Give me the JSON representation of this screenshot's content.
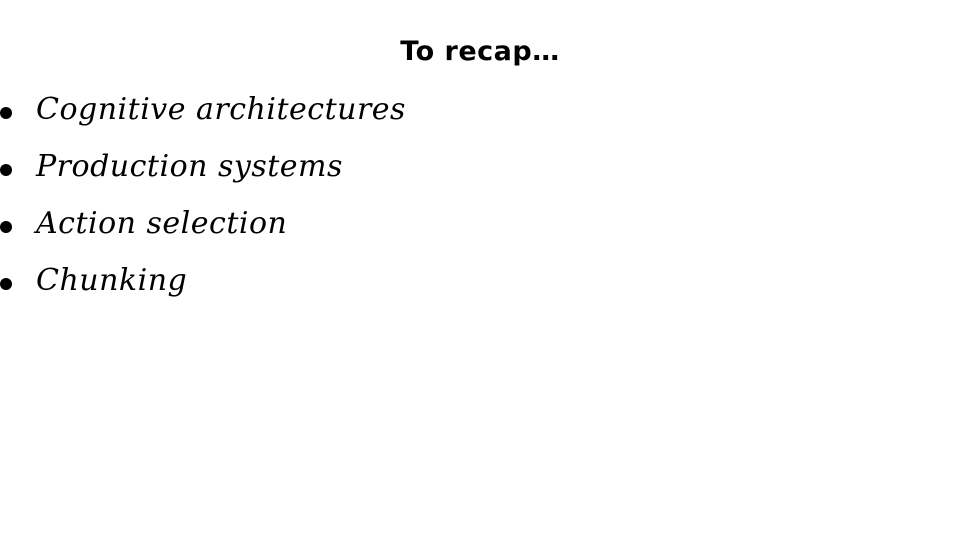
{
  "slide": {
    "title": "To recap…",
    "bullets": [
      {
        "text": "Cognitive architectures"
      },
      {
        "text": "Production systems"
      },
      {
        "text": "Action selection"
      },
      {
        "text": "Chunking"
      }
    ]
  }
}
